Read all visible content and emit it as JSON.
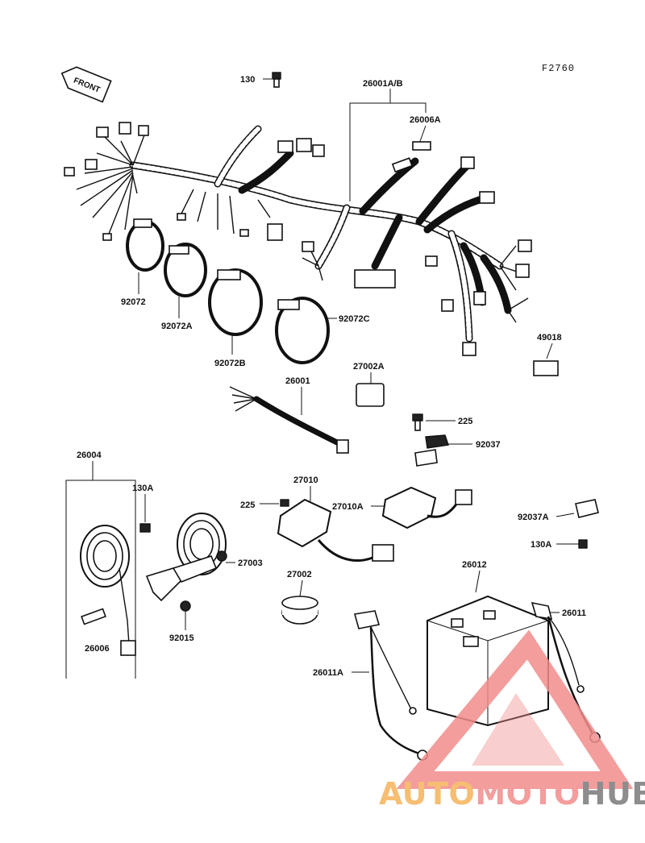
{
  "figure_code": "F2760",
  "front_tag": "FRONT",
  "watermark": {
    "text_a": "AUTO",
    "text_b": "MOTO",
    "text_c": "HUB",
    "color_a": "#f5b35a",
    "color_b": "#f28c8c",
    "color_c": "#7a7a7a"
  },
  "parts": {
    "p130": "130",
    "p26001ab": "26001A/B",
    "p26006a": "26006A",
    "p92072": "92072",
    "p92072a": "92072A",
    "p92072b": "92072B",
    "p92072c": "92072C",
    "p49018": "49018",
    "p27002a": "27002A",
    "p26001": "26001",
    "p225a": "225",
    "p92037": "92037",
    "p26004": "26004",
    "p130a": "130A",
    "p27010": "27010",
    "p225b": "225",
    "p27010a": "27010A",
    "p92037a": "92037A",
    "p130a2": "130A",
    "p27003": "27003",
    "p26012": "26012",
    "p27002": "27002",
    "p26011": "26011",
    "p26006": "26006",
    "p92015": "92015",
    "p26011a": "26011A"
  }
}
